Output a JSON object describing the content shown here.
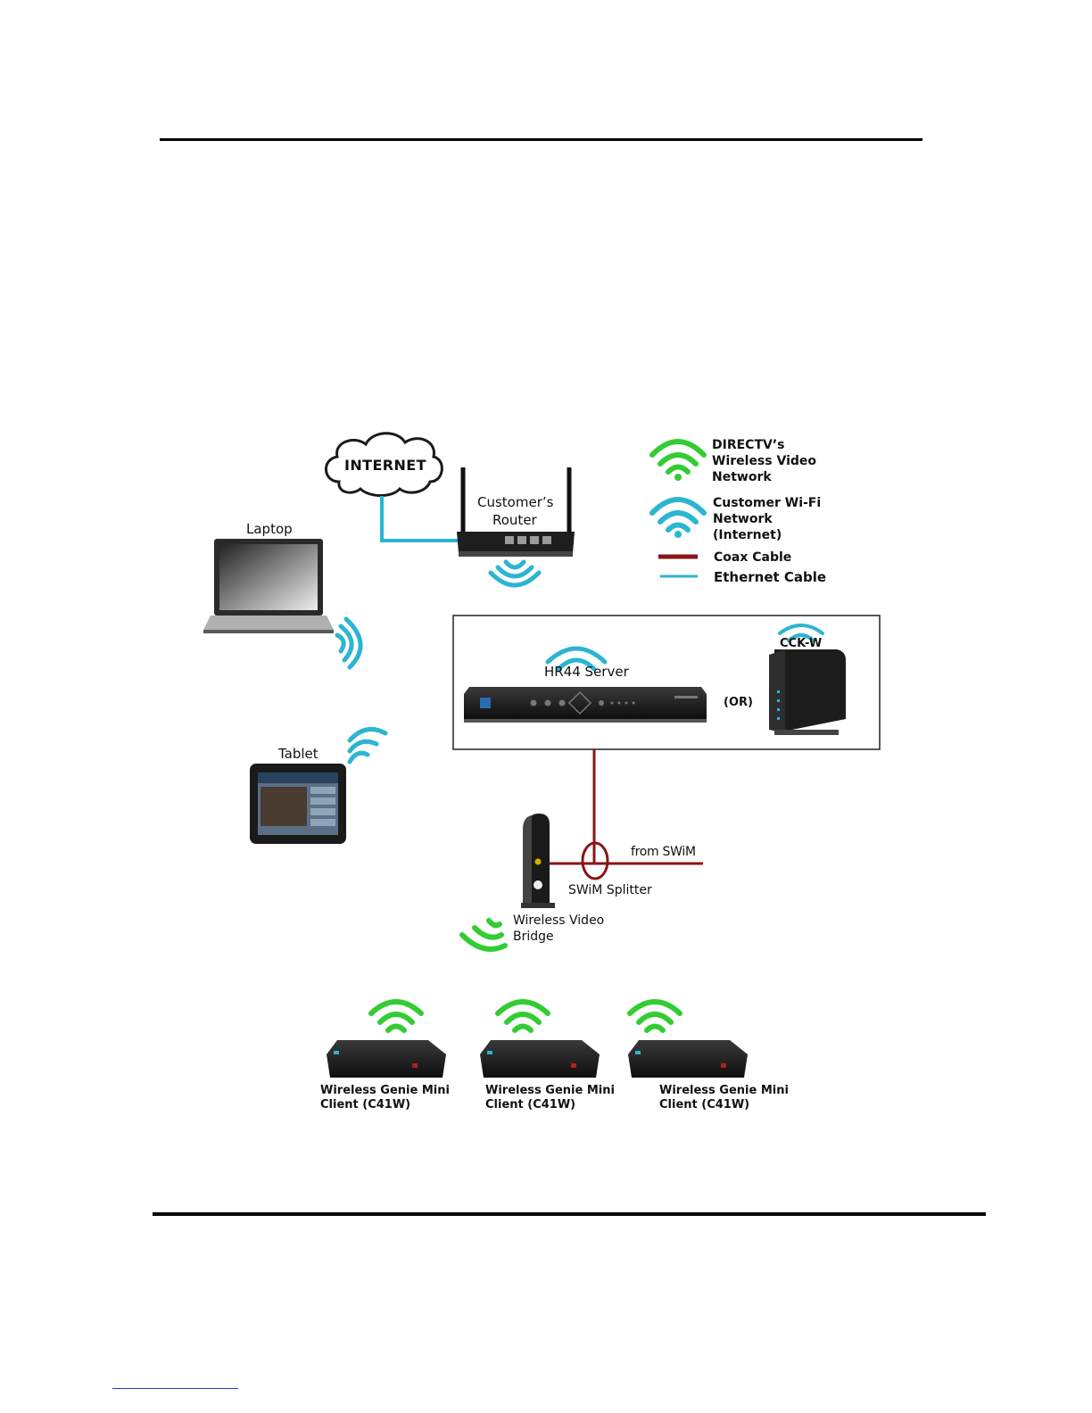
{
  "diagram": {
    "nodes": {
      "internet": "INTERNET",
      "router": "Customer’s Router",
      "router_line1": "Customer’s",
      "router_line2": "Router",
      "laptop": "Laptop",
      "tablet": "Tablet",
      "server": "HR44 Server",
      "or": "(OR)",
      "cck": "CCK-W",
      "from_swim": "from SWiM",
      "swim_splitter": "SWiM Splitter",
      "bridge_line1": "Wireless Video",
      "bridge_line2": "Bridge",
      "clients": [
        {
          "line1": "Wireless Genie Mini",
          "line2": "Client (C41W)"
        },
        {
          "line1": "Wireless Genie Mini",
          "line2": "Client (C41W)"
        },
        {
          "line1": "Wireless Genie Mini",
          "line2": "Client (C41W)"
        }
      ]
    },
    "legend": {
      "directv_line1": "DIRECTV’s",
      "directv_line2": "Wireless Video",
      "directv_line3": "Network",
      "customer_line1": "Customer Wi-Fi",
      "customer_line2": "Network",
      "customer_line3": "(Internet)",
      "coax": "Coax Cable",
      "ethernet": "Ethernet Cable"
    },
    "colors": {
      "directv_wifi": "#33cc33",
      "customer_wifi": "#2bb5d1",
      "coax": "#8b1515",
      "ethernet": "#2bb5d1"
    }
  }
}
